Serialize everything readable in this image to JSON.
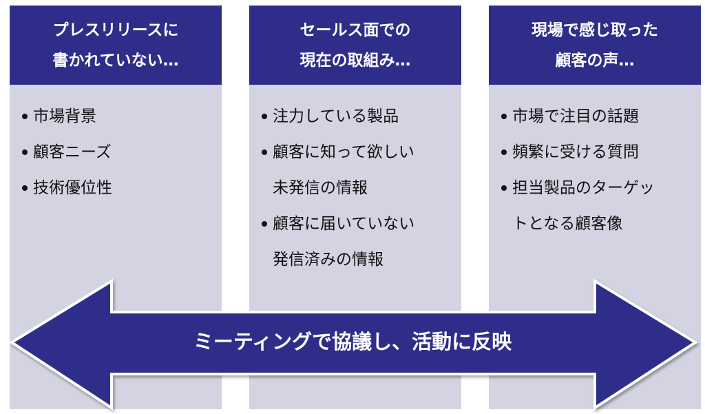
{
  "columns": [
    {
      "title": [
        "プレスリリースに",
        "書かれていない…"
      ],
      "items": [
        "市場背景",
        "顧客ニーズ",
        "技術優位性"
      ]
    },
    {
      "title": [
        "セールス面での",
        "現在の取組み…"
      ],
      "items": [
        "注力している製品",
        "顧客に知って欲しい\n未発信の情報",
        "顧客に届いていない\n発信済みの情報"
      ]
    },
    {
      "title": [
        "現場で感じ取った",
        "顧客の声…"
      ],
      "items": [
        "市場で注目の話題",
        "頻繁に受ける質問",
        "担当製品のターゲッ\nトとなる顧客像"
      ]
    }
  ],
  "arrow": {
    "label": "ミーティングで協議し、活動に反映"
  },
  "colors": {
    "header": "#2e2e8a",
    "body": "#d3d3e1",
    "arrow": "#2e2e8a"
  }
}
